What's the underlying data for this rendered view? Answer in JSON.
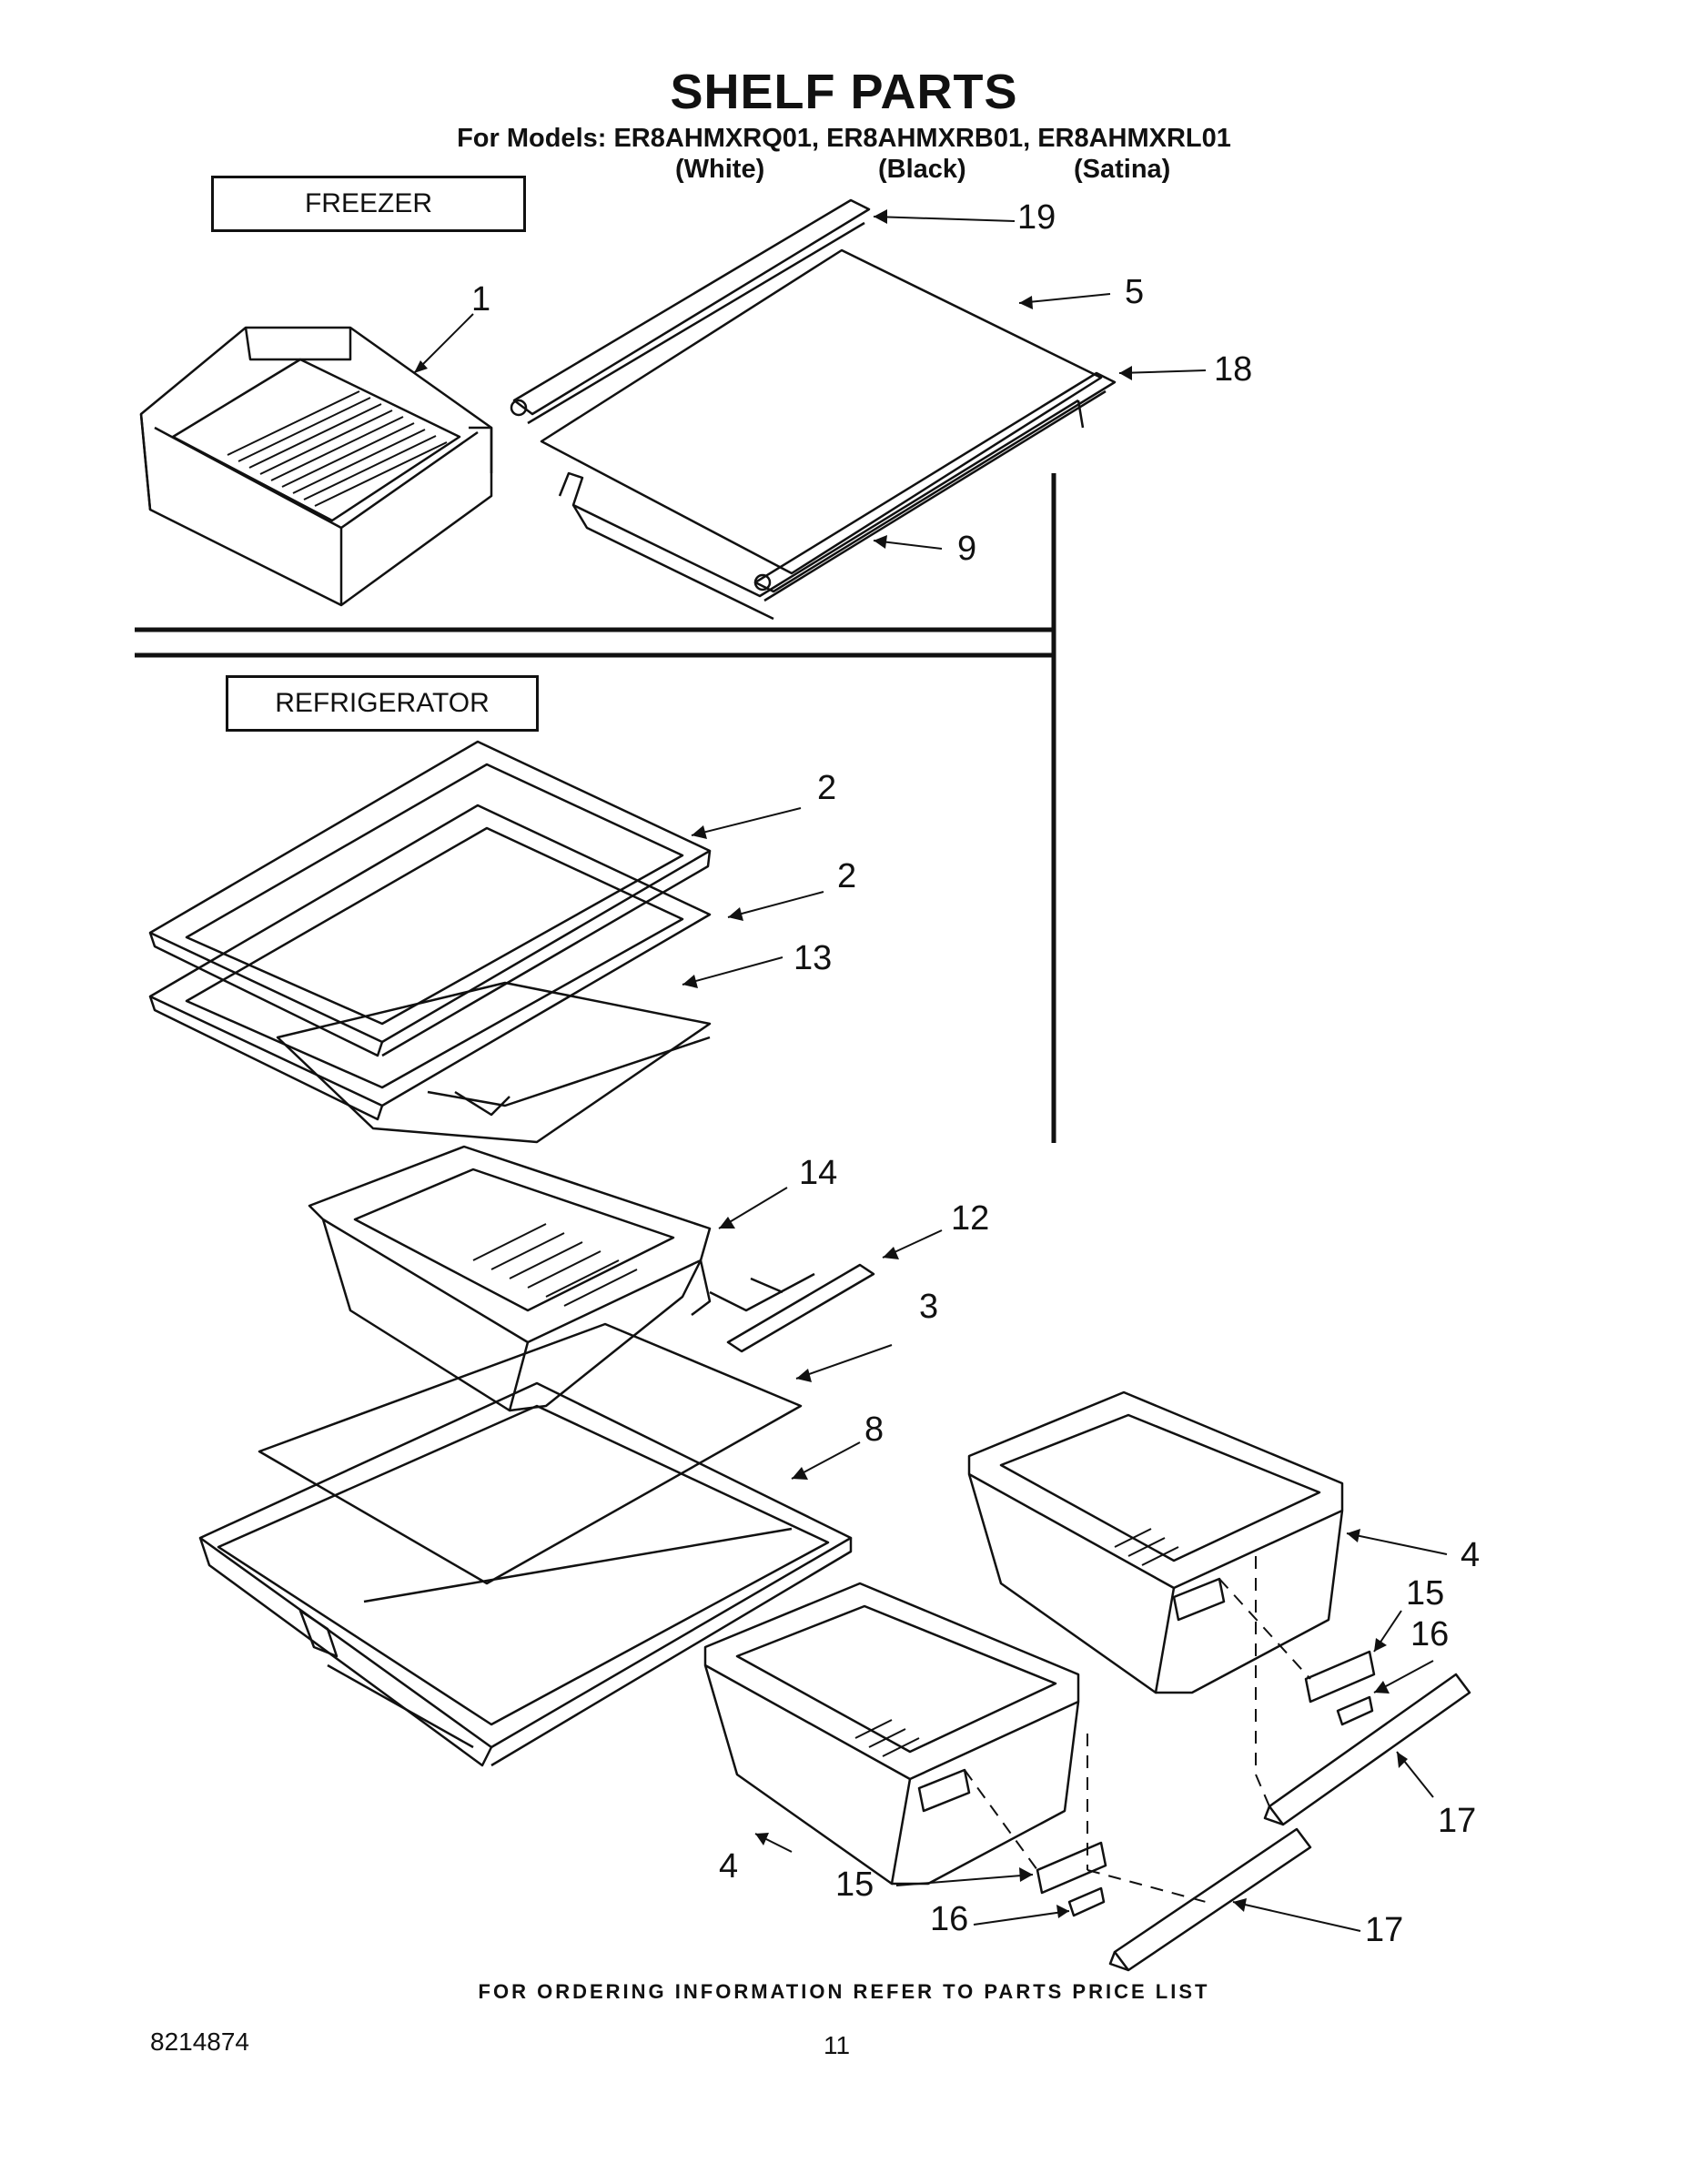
{
  "title": "SHELF PARTS",
  "subtitle": "For Models: ER8AHMXRQ01, ER8AHMXRB01, ER8AHMXRL01",
  "variants": [
    "(White)",
    "(Black)",
    "(Satina)"
  ],
  "sections": {
    "freezer": "FREEZER",
    "refrigerator": "REFRIGERATOR"
  },
  "callouts": [
    "1",
    "19",
    "5",
    "18",
    "9",
    "2",
    "2",
    "13",
    "14",
    "12",
    "3",
    "8",
    "4",
    "15",
    "16",
    "17",
    "4",
    "15",
    "16",
    "17"
  ],
  "footer": "FOR ORDERING INFORMATION REFER TO PARTS PRICE LIST",
  "doc_number": "8214874",
  "page_number": "11"
}
